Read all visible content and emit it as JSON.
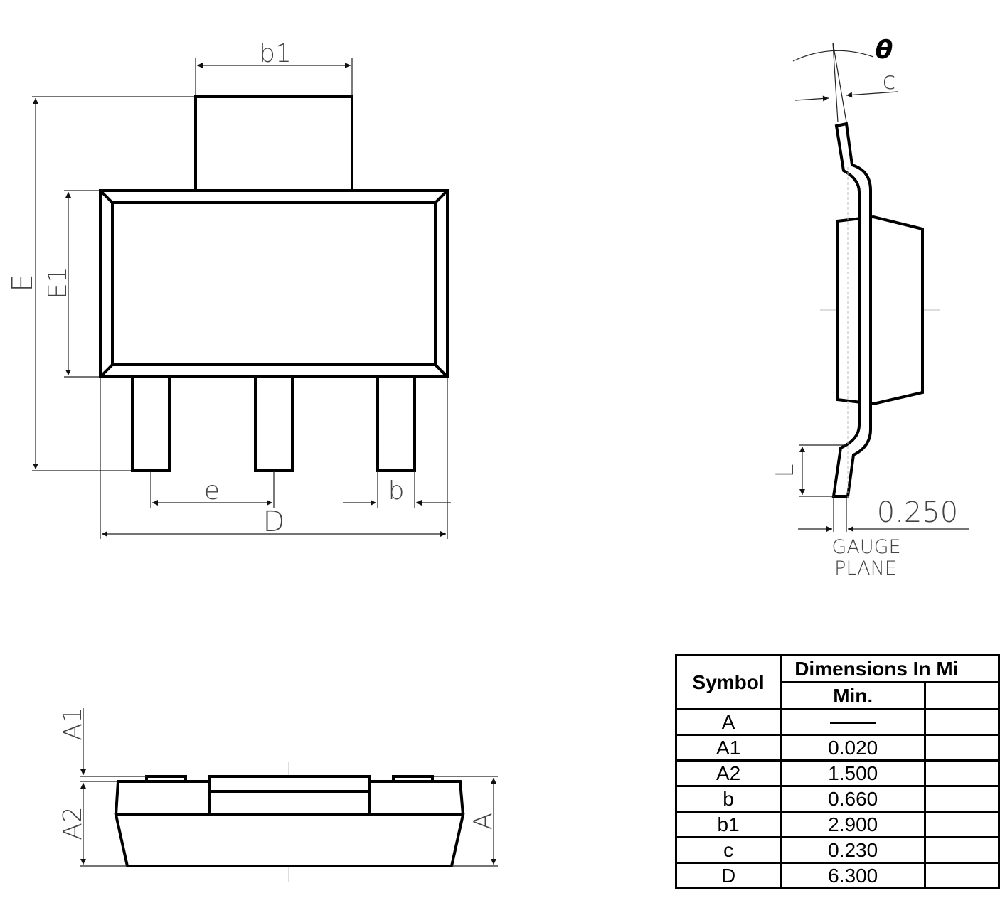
{
  "labels": {
    "b1": "b1",
    "E": "E",
    "E1": "E1",
    "e": "e",
    "D": "D",
    "b": "b",
    "theta": "θ",
    "c": "c",
    "L": "L",
    "gauge_value": "0.250",
    "gauge_line1": "GAUGE",
    "gauge_line2": "PLANE",
    "A1": "A1",
    "A2": "A2",
    "A": "A"
  },
  "table": {
    "symbol_header": "Symbol",
    "dims_header": "Dimensions In Mi",
    "min_header": "Min.",
    "rows": [
      {
        "symbol": "A",
        "min": ""
      },
      {
        "symbol": "A1",
        "min": "0.020"
      },
      {
        "symbol": "A2",
        "min": "1.500"
      },
      {
        "symbol": "b",
        "min": "0.660"
      },
      {
        "symbol": "b1",
        "min": "2.900"
      },
      {
        "symbol": "c",
        "min": "0.230"
      },
      {
        "symbol": "D",
        "min": "6.300"
      }
    ]
  }
}
